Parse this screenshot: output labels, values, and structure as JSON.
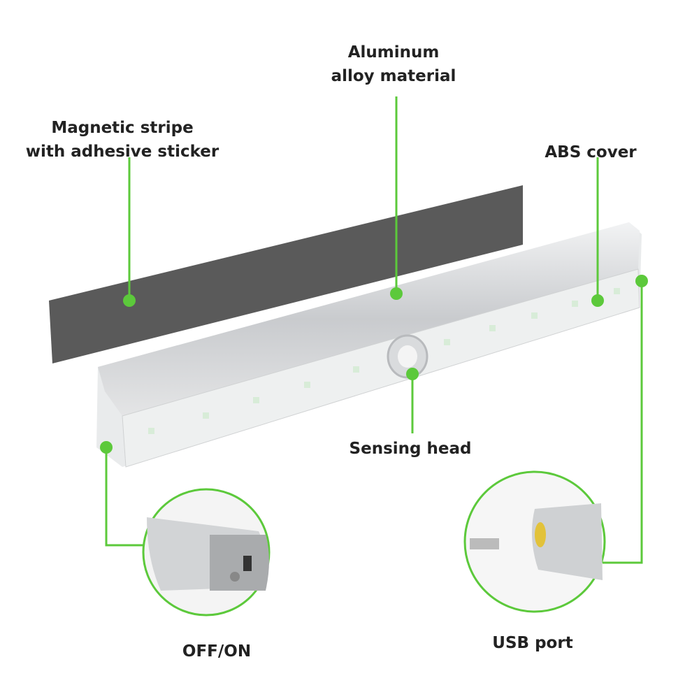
{
  "labels": {
    "aluminum": [
      "Aluminum",
      "alloy material"
    ],
    "magnetic": [
      "Magnetic stripe",
      "with adhesive sticker"
    ],
    "abs": "ABS cover",
    "sensing": "Sensing head",
    "switch": "OFF/ON",
    "usb": "USB port"
  },
  "colors": {
    "accent": "#5cc93b",
    "stripe": "#5a5a5a",
    "aluminum": "#d6d8da",
    "cover": "#eef0f0"
  }
}
